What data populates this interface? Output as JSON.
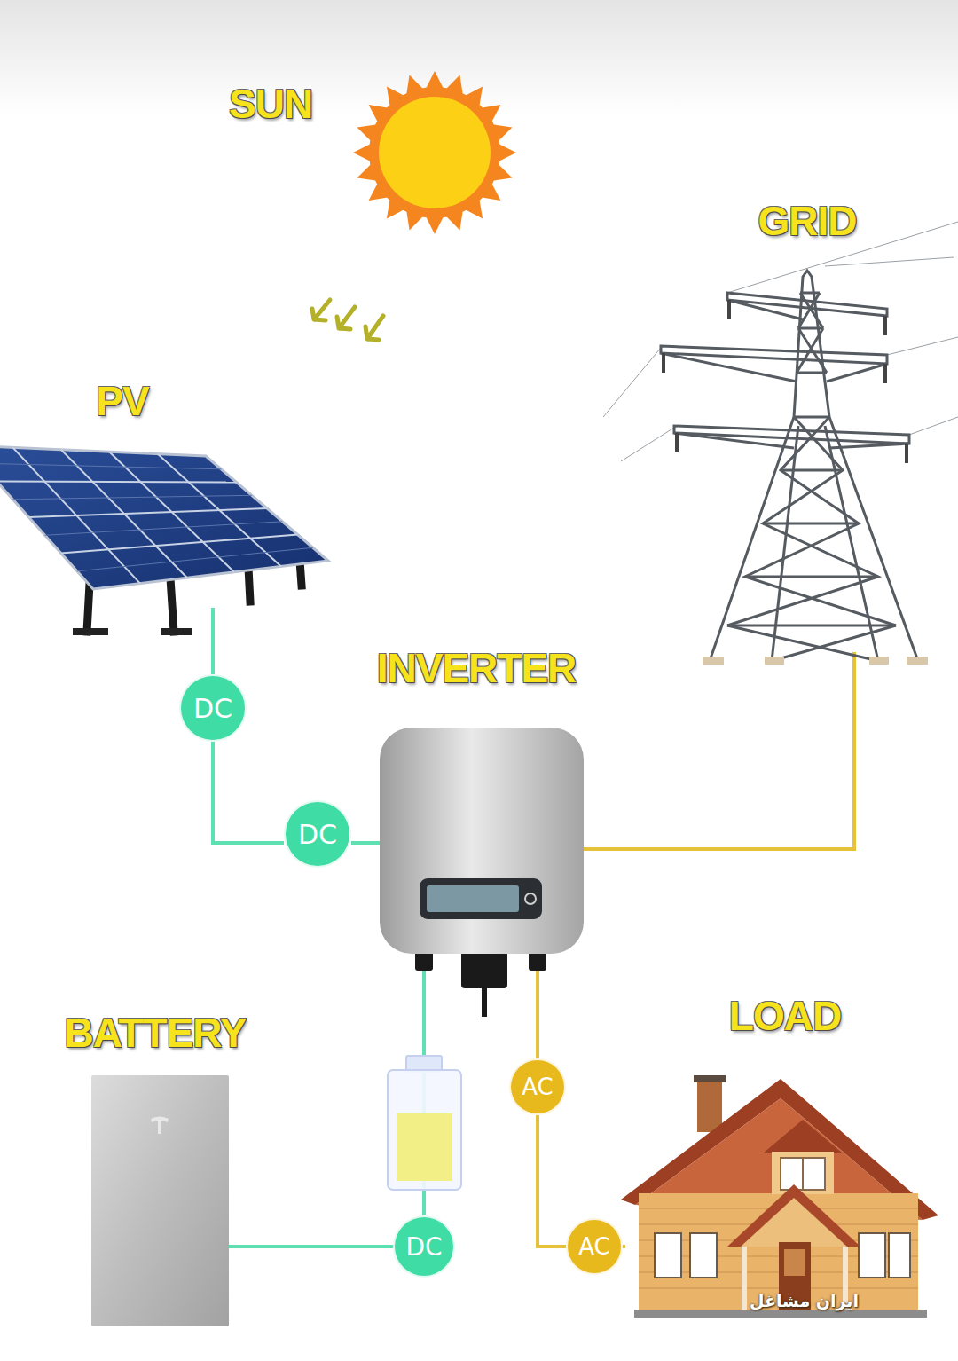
{
  "diagram": {
    "nodes": [
      {
        "text": [
          "GRID"
        ]
      },
      {
        "text": [
          "PV"
        ]
      },
      {
        "text": [
          "INVERTER"
        ]
      },
      {
        "text": [
          "DC"
        ]
      },
      {
        "text": [
          "DC"
        ]
      },
      {
        "text": [
          "LOAD"
        ]
      },
      {
        "text": [
          "BATTERY"
        ]
      },
      {
        "text": [
          "AC"
        ]
      },
      {
        "text": [
          "DC"
        ]
      },
      {
        "text": [
          "AC"
        ]
      }
    ],
    "edges": [
      {
        "from": 1,
        "to": 3,
        "arrow": "none"
      },
      {
        "from": 3,
        "to": 4,
        "arrow": "none"
      },
      {
        "from": 4,
        "to": 2,
        "arrow": "none"
      },
      {
        "from": 2,
        "to": 0,
        "arrow": "none"
      },
      {
        "from": 2,
        "to": 8,
        "arrow": "none"
      },
      {
        "from": 8,
        "to": 6,
        "arrow": "none"
      },
      {
        "from": 2,
        "to": 7,
        "arrow": "none"
      },
      {
        "from": 7,
        "to": 9,
        "arrow": "none"
      },
      {
        "from": 9,
        "to": 5,
        "arrow": "none"
      }
    ],
    "labels": [
      "SUN",
      "ایران مشاغل"
    ]
  }
}
